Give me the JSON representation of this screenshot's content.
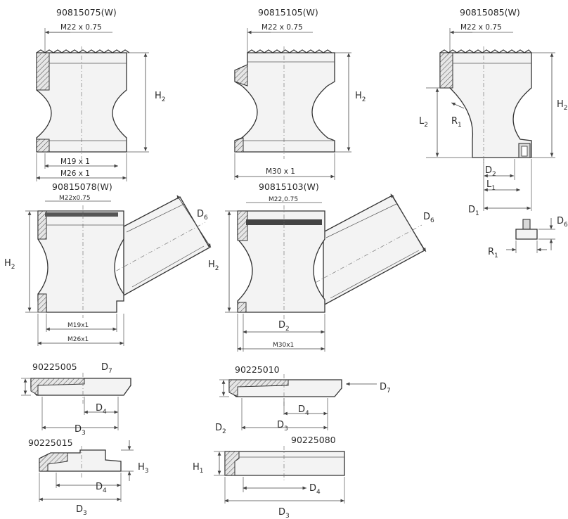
{
  "parts": {
    "p1": {
      "code": "90815075(W)",
      "top_thread": "M22 x 0.75",
      "bottom_thread_1": "M19 x 1",
      "bottom_thread_2": "M26 x 1",
      "height": "H2"
    },
    "p2": {
      "code": "90815105(W)",
      "top_thread": "M22 x 0.75",
      "bottom_thread": "M30 x 1",
      "height": "H2"
    },
    "p3": {
      "code": "90815085(W)",
      "top_thread": "M22 x 0.75",
      "l2": "L2",
      "r1": "R1",
      "h2": "H2",
      "d2": "D2",
      "l1": "L1",
      "d1": "D1"
    },
    "p4": {
      "d6": "D6",
      "r1": "R1"
    },
    "p5": {
      "code": "90815078(W)",
      "top_thread": "M22x0.75",
      "bottom_thread_1": "M19x1",
      "bottom_thread_2": "M26x1",
      "height": "H2",
      "d6": "D6"
    },
    "p6": {
      "code": "90815103(W)",
      "top_thread": "M22,0.75",
      "d2": "D2",
      "bottom_thread": "M30x1",
      "height": "H2",
      "d6": "D6"
    },
    "p7": {
      "code": "90225005",
      "d7": "D7",
      "d4": "D4",
      "d3": "D3"
    },
    "p8": {
      "code": "90225010",
      "d7": "D7",
      "d2": "D2",
      "d4": "D4",
      "d3": "D3"
    },
    "p9": {
      "code": "90225015",
      "h3": "H3",
      "d4": "D4",
      "d3": "D3"
    },
    "p10": {
      "code": "90225080",
      "h1": "H1",
      "d4": "D4",
      "d3": "D3"
    }
  }
}
